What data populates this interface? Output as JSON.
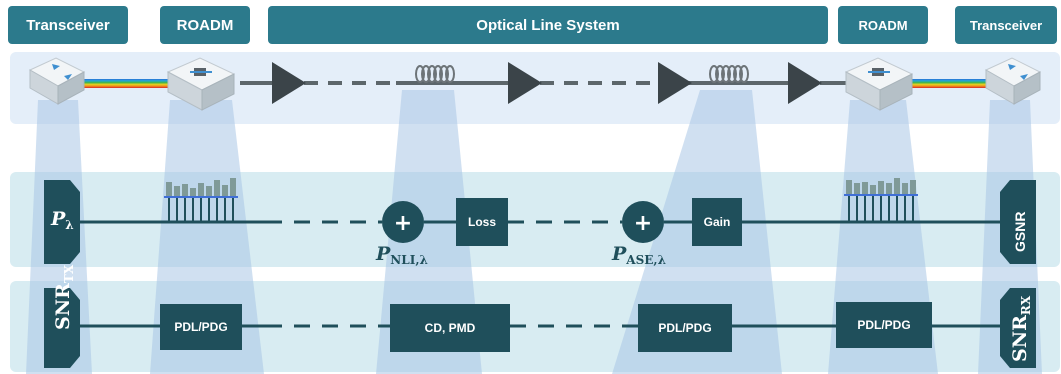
{
  "headers": {
    "transceiver_left": "Transceiver",
    "roadm_left": "ROADM",
    "optical_line_system": "Optical Line System",
    "roadm_right": "ROADM",
    "transceiver_right": "Transceiver"
  },
  "row1": {
    "p_lambda": {
      "main": "P",
      "sub": "λ"
    },
    "loss_label": "Loss",
    "gain_label": "Gain",
    "gsnr_label": "GSNR",
    "nli_symbol": "+",
    "ase_symbol": "+",
    "p_nli": {
      "main": "P",
      "sub": "NLI,λ"
    },
    "p_ase": {
      "main": "P",
      "sub": "ASE,λ"
    }
  },
  "row2": {
    "snr_tx": {
      "main": "SNR",
      "sub": "TX"
    },
    "pdl_pdg_1": "PDL/PDG",
    "cd_pmd": "CD, PMD",
    "pdl_pdg_2": "PDL/PDG",
    "pdl_pdg_3": "PDL/PDG",
    "snr_rx": {
      "main": "SNR",
      "sub": "RX"
    }
  },
  "colors": {
    "header_bg": "#2c7a8c",
    "dark_box": "#1f4f5b",
    "band_bg": "#d8ecf2",
    "column_highlight": "#a9c6e6",
    "amplifier": "#3b4449",
    "spectrum_bars": "#7f9a98",
    "spectrum_line": "#3f6fd6"
  }
}
